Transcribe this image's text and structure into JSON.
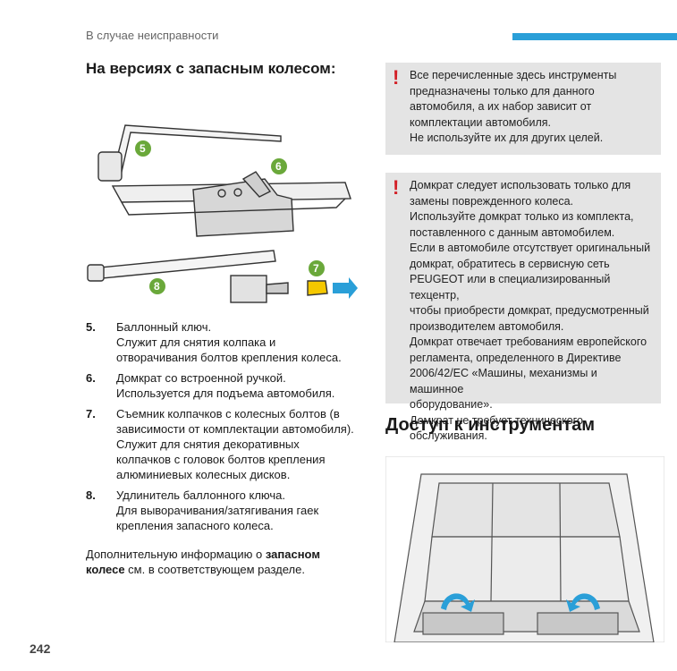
{
  "header": {
    "section_title": "В случае неисправности",
    "accent_color": "#2a9fd8"
  },
  "left": {
    "title": "На версиях с запасным колесом:",
    "figure_callouts": [
      "5",
      "6",
      "7",
      "8"
    ],
    "callout_color": "#6aa83a",
    "items": [
      {
        "num": "5.",
        "text": "Баллонный ключ.\nСлужит для снятия колпака и\nотворачивания болтов крепления колеса."
      },
      {
        "num": "6.",
        "text": "Домкрат со встроенной ручкой.\nИспользуется для подъема автомобиля."
      },
      {
        "num": "7.",
        "text": "Съемник колпачков с колесных болтов (в\nзависимости от комплектации автомобиля).\nСлужит для снятия декоративных\nколпачков с головок болтов крепления\nалюминиевых колесных дисков."
      },
      {
        "num": "8.",
        "text": "Удлинитель баллонного ключа.\nДля выворачивания/затягивания гаек\nкрепления запасного колеса."
      }
    ],
    "footer_prefix": "Дополнительную информацию о ",
    "footer_bold": "запасном колесе",
    "footer_suffix": " см. в соответствующем разделе."
  },
  "right": {
    "warning_icon": "!",
    "warning_color": "#d32027",
    "warning1": "Все перечисленные здесь инструменты\nпредназначены только для данного\nавтомобиля, а их набор зависит от\nкомплектации автомобиля.\nНе используйте их для других целей.",
    "warning2": "Домкрат следует использовать только для\nзамены поврежденного колеса.\nИспользуйте домкрат только из комплекта,\nпоставленного с данным автомобилем.\nЕсли в автомобиле отсутствует оригинальный\nдомкрат, обратитесь в сервисную сеть\nPEUGEOT или в специализированный техцентр,\nчтобы приобрести домкрат, предусмотренный\nпроизводителем автомобиля.\nДомкрат отвечает требованиям европейского\nрегламента, определенного в Директиве\n2006/42/EC «Машины, механизмы и машинное\nоборудование».\nДомкрат не требует технического обслуживания.",
    "access_title": "Доступ к инструментам"
  },
  "page_number": "242"
}
